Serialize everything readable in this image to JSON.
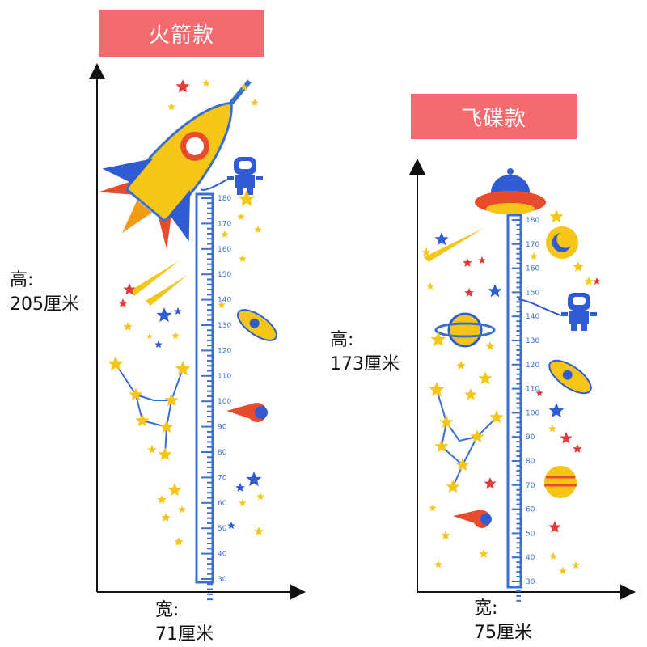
{
  "left_product": {
    "title": "火箭款",
    "height_label": "高:",
    "height_value": "205厘米",
    "width_label": "宽:",
    "width_value": "71厘米",
    "ruler_ticks": [
      "180",
      "170",
      "160",
      "150",
      "140",
      "130",
      "120",
      "110",
      "100",
      "90",
      "80",
      "70",
      "60",
      "50",
      "40",
      "30"
    ]
  },
  "right_product": {
    "title": "飞碟款",
    "height_label": "高:",
    "height_value": "173厘米",
    "width_label": "宽:",
    "width_value": "75厘米",
    "ruler_ticks": [
      "180",
      "170",
      "160",
      "150",
      "140",
      "130",
      "120",
      "110",
      "100",
      "90",
      "80",
      "70",
      "60",
      "50",
      "40",
      "30"
    ]
  },
  "colors": {
    "badge": "#f46a6f",
    "ruler": "#3a6fd0",
    "star_yellow": "#f5c518",
    "star_blue": "#2f5bd3",
    "star_red": "#e03a3a"
  },
  "icons": [
    "rocket-icon",
    "robot-icon",
    "ufo-icon",
    "planet-icon",
    "moon-icon",
    "comet-icon",
    "star-icon"
  ]
}
